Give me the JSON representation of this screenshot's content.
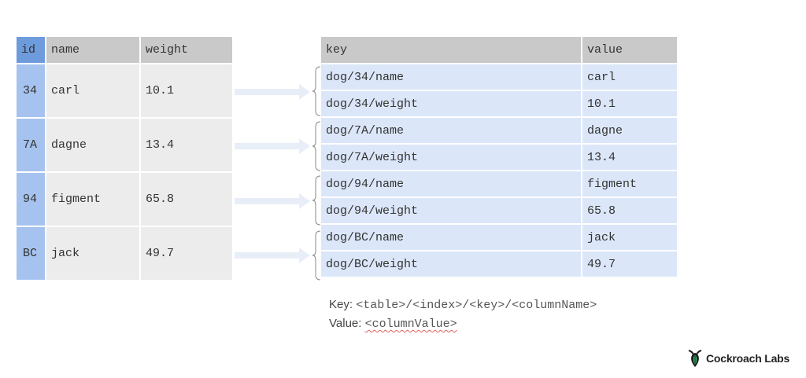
{
  "left_table": {
    "headers": [
      "id",
      "name",
      "weight"
    ],
    "rows": [
      [
        "34",
        "carl",
        "10.1"
      ],
      [
        "7A",
        "dagne",
        "13.4"
      ],
      [
        "94",
        "figment",
        "65.8"
      ],
      [
        "BC",
        "jack",
        "49.7"
      ]
    ]
  },
  "right_table": {
    "headers": [
      "key",
      "value"
    ],
    "rows": [
      [
        "dog/34/name",
        "carl"
      ],
      [
        "dog/34/weight",
        "10.1"
      ],
      [
        "dog/7A/name",
        "dagne"
      ],
      [
        "dog/7A/weight",
        "13.4"
      ],
      [
        "dog/94/name",
        "figment"
      ],
      [
        "dog/94/weight",
        "65.8"
      ],
      [
        "dog/BC/name",
        "jack"
      ],
      [
        "dog/BC/weight",
        "49.7"
      ]
    ]
  },
  "legend": {
    "key_label": "Key:",
    "key_format": "<table>/<index>/<key>/<columnName>",
    "value_label": "Value:",
    "value_format": "<columnValue>"
  },
  "logo": {
    "text": "Cockroach Labs",
    "icon": "cockroach-labs-logo-icon"
  },
  "colors": {
    "id_header": "#6d9bdc",
    "id_cell": "#a6c3ef",
    "header": "#c9c9c9",
    "left_cell": "#ececec",
    "right_cell": "#dbe6f8",
    "arrow": "#e8eef8"
  }
}
